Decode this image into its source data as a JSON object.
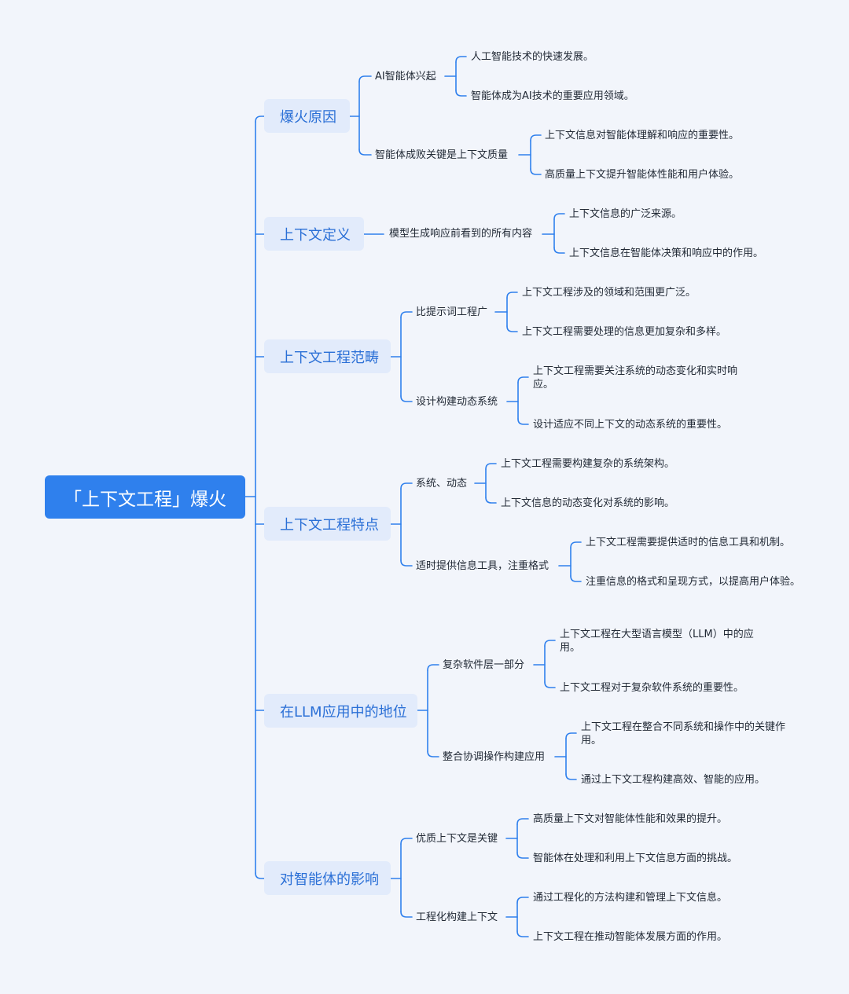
{
  "root": {
    "label": "「上下文工程」爆火"
  },
  "branches": [
    {
      "label": "爆火原因",
      "children": [
        {
          "label": "AI智能体兴起",
          "children": [
            "人工智能技术的快速发展。",
            "智能体成为AI技术的重要应用领域。"
          ]
        },
        {
          "label": "智能体成败关键是上下文质量",
          "children": [
            "上下文信息对智能体理解和响应的重要性。",
            "高质量上下文提升智能体性能和用户体验。"
          ]
        }
      ]
    },
    {
      "label": "上下文定义",
      "children": [
        {
          "label": "模型生成响应前看到的所有内容",
          "children": [
            "上下文信息的广泛来源。",
            "上下文信息在智能体决策和响应中的作用。"
          ]
        }
      ]
    },
    {
      "label": "上下文工程范畴",
      "children": [
        {
          "label": "比提示词工程广",
          "children": [
            "上下文工程涉及的领域和范围更广泛。",
            "上下文工程需要处理的信息更加复杂和多样。"
          ]
        },
        {
          "label": "设计构建动态系统",
          "children": [
            "上下文工程需要关注系统的动态变化和实时响应。",
            "设计适应不同上下文的动态系统的重要性。"
          ]
        }
      ]
    },
    {
      "label": "上下文工程特点",
      "children": [
        {
          "label": "系统、动态",
          "children": [
            "上下文工程需要构建复杂的系统架构。",
            "上下文信息的动态变化对系统的影响。"
          ]
        },
        {
          "label": "适时提供信息工具，注重格式",
          "children": [
            "上下文工程需要提供适时的信息工具和机制。",
            "注重信息的格式和呈现方式，以提高用户体验。"
          ]
        }
      ]
    },
    {
      "label": "在LLM应用中的地位",
      "children": [
        {
          "label": "复杂软件层一部分",
          "children": [
            "上下文工程在大型语言模型（LLM）中的应用。",
            "上下文工程对于复杂软件系统的重要性。"
          ]
        },
        {
          "label": "整合协调操作构建应用",
          "children": [
            "上下文工程在整合不同系统和操作中的关键作用。",
            "通过上下文工程构建高效、智能的应用。"
          ]
        }
      ]
    },
    {
      "label": "对智能体的影响",
      "children": [
        {
          "label": "优质上下文是关键",
          "children": [
            "高质量上下文对智能体性能和效果的提升。",
            "智能体在处理和利用上下文信息方面的挑战。"
          ]
        },
        {
          "label": "工程化构建上下文",
          "children": [
            "通过工程化的方法构建和管理上下文信息。",
            "上下文工程在推动智能体发展方面的作用。"
          ]
        }
      ]
    }
  ],
  "colors": {
    "background": "#f2f5fb",
    "root": "#2f80ed",
    "branch_fill": "#e2ebfb",
    "branch_text": "#2a6fd6",
    "line": "#2f80ed",
    "leaf_text": "#222a36"
  }
}
